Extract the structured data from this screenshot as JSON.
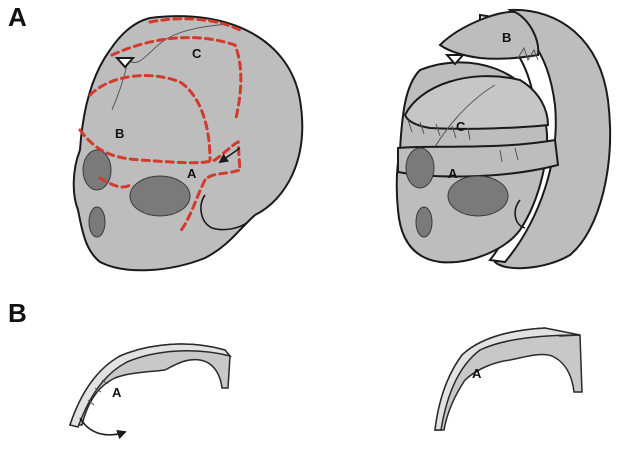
{
  "panels": {
    "a": {
      "letter": "A"
    },
    "b": {
      "letter": "B"
    }
  },
  "labels": {
    "left_skull": {
      "a": "A",
      "b": "B",
      "c": "C"
    },
    "right_skull": {
      "a": "A",
      "b": "B",
      "c": "C"
    },
    "left_bone": "A",
    "right_bone": "A"
  },
  "colors": {
    "cut_line": "#d23a2e",
    "bone": "#bdbdbd",
    "orbit": "#7a7a7a"
  },
  "icons": [
    "arrow-icon",
    "curved-arrow-icon"
  ]
}
